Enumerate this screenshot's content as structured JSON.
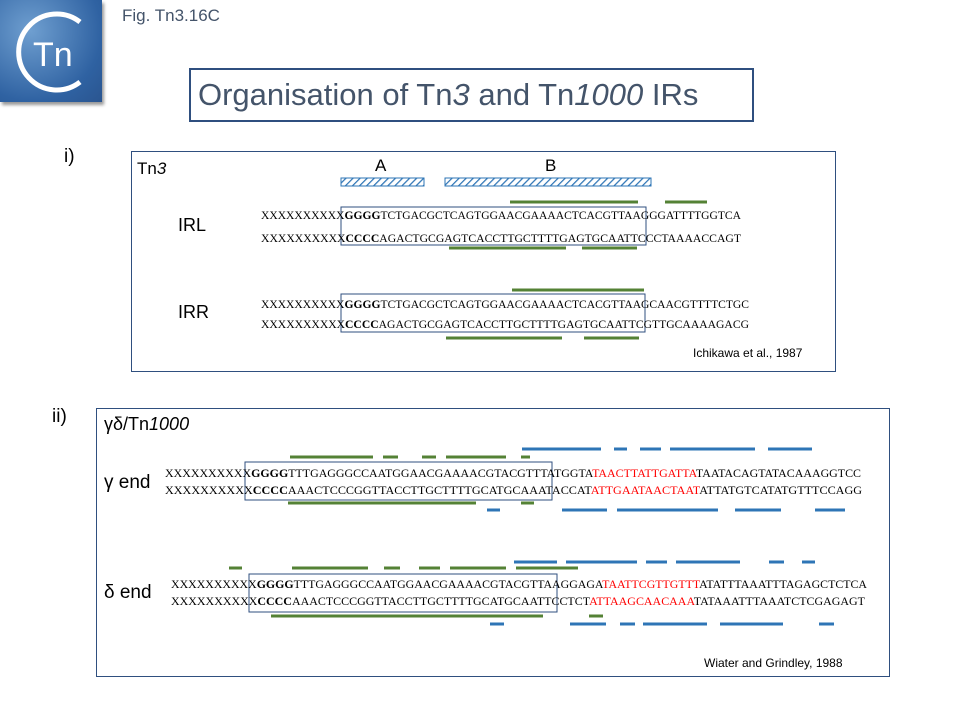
{
  "header": {
    "figure_label": "Fig. Tn3.16C",
    "logo_text": "Tn",
    "title_parts": [
      "Organisation of Tn",
      "3",
      " and Tn",
      "1000",
      " IRs"
    ]
  },
  "colors": {
    "green": "#548235",
    "blue": "#2e75b6",
    "red": "#ff0000",
    "frame": "#2f4f7f"
  },
  "panel_i": {
    "roman": "i)",
    "name_prefix": "Tn",
    "name_italic": "3",
    "region_a": "A",
    "region_b": "B",
    "irl_label": "IRL",
    "irr_label": "IRR",
    "citation": "Ichikawa et al., 1987",
    "irl": {
      "top": [
        "XXXXXXXXXX",
        "GGGG",
        "TCTGACGCTCAGTGGAACGAAAACTCACGTTAAG",
        "GGATTTTGGTCA"
      ],
      "bottom": [
        "XXXXXXXXXX",
        "CCCC",
        "AGACTGCGAGTCACCTTGCTTTTGAGTGCAATTC",
        "CCTAAAACCAGT"
      ]
    },
    "irr": {
      "top": [
        "XXXXXXXXXX",
        "GGGG",
        "TCTGACGCTCAGTGGAACGAAAACTCACGTTAAG",
        "CAACGTTTTCTGC"
      ],
      "bottom": [
        "XXXXXXXXXX",
        "CCCC",
        "AGACTGCGAGTCACCTTGCTTTTGAGTGCAATTC",
        "GTTGCAAAAGACG"
      ]
    }
  },
  "panel_ii": {
    "roman": "ii)",
    "name_greek": "γδ/Tn",
    "name_italic": "1000",
    "gamma_label": "γ end",
    "delta_label": "δ end",
    "citation": "Wiater and Grindley, 1988",
    "gamma": {
      "top": [
        "XXXXXXXXXX",
        "GGGG",
        "TTTGAGGGCCAATGGAACGAAAACGTACGTTTAT",
        "GGTA",
        "TAACTTATTGATTA",
        "TAATACAGTATACAAAGGTCC"
      ],
      "bottom": [
        "XXXXXXXXXX",
        "CCCC",
        "AAACTCCCGGTTACCTTGCTTTTGCATGCAAATA",
        "CCAT",
        "ATTGAATAACTAAT",
        "ATTATGTCATATGTTTCCAGG"
      ]
    },
    "delta": {
      "top": [
        "XXXXXXXXXX",
        "GGGG",
        "TTTGAGGGCCAATGGAACGAAAACGTACGTTAAG",
        "GAGA",
        "TAATTCGTTGTTT",
        "ATATTTAAATTTAGAGCTCTCA"
      ],
      "bottom": [
        "XXXXXXXXXX",
        "CCCC",
        "AAACTCCCGGTTACCTTGCTTTTGCATGCAATTC",
        "CTCT",
        "ATTAAGCAACAAA",
        "TATAAATTTAAATCTCGAGAGT"
      ]
    }
  }
}
